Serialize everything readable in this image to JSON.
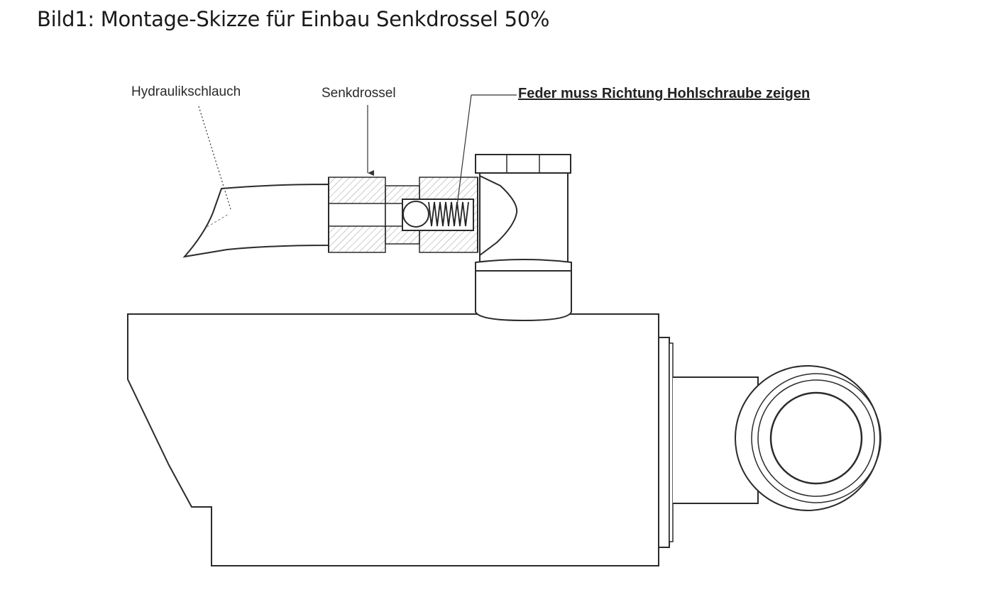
{
  "title": "Bild1: Montage-Skizze für Einbau Senkdrossel 50%",
  "labels": {
    "hose": "Hydraulikschlauch",
    "throttle": "Senkdrossel",
    "spring_note": "Feder muss Richtung Hohlschraube zeigen"
  }
}
